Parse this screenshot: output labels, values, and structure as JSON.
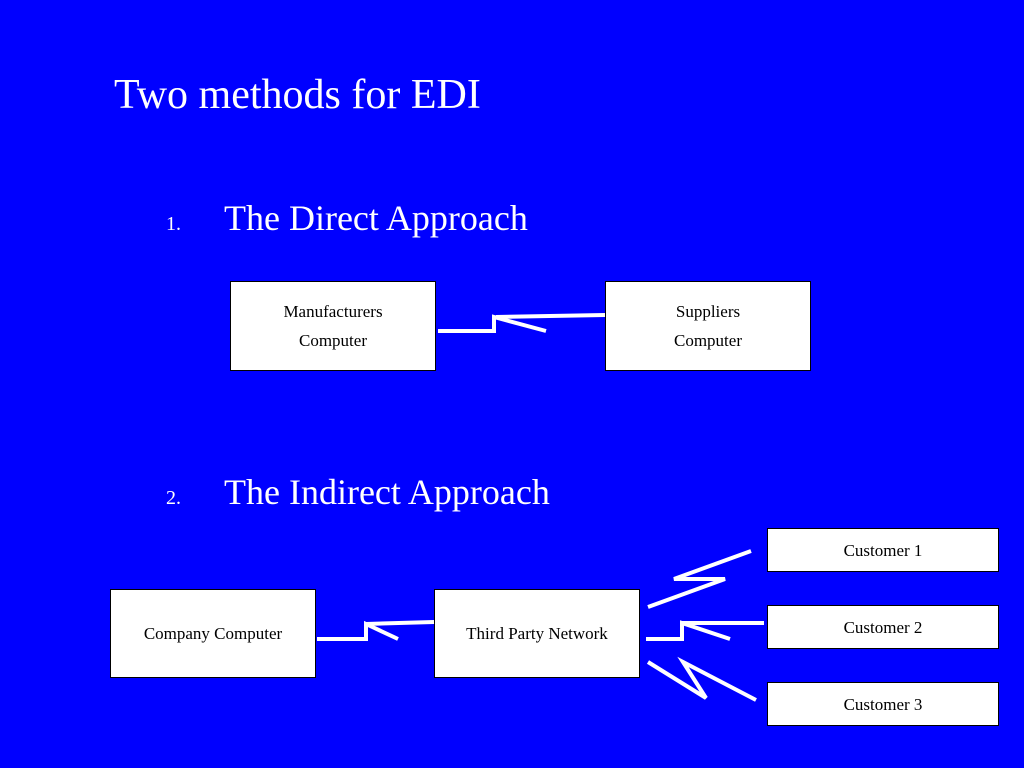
{
  "colors": {
    "background": "#0000FF",
    "text": "#FFFFFF",
    "box_fill": "#FFFFFF",
    "box_text": "#000000",
    "connector": "#FFFFFF"
  },
  "slide": {
    "title": "Two methods for EDI",
    "items": [
      {
        "number": "1.",
        "label": "The Direct Approach"
      },
      {
        "number": "2.",
        "label": "The Indirect Approach"
      }
    ]
  },
  "direct": {
    "manufacturer": {
      "line1": "Manufacturers",
      "line2": "Computer"
    },
    "supplier": {
      "line1": "Suppliers",
      "line2": "Computer"
    }
  },
  "indirect": {
    "company": "Company Computer",
    "network": "Third Party Network",
    "customers": [
      "Customer 1",
      "Customer 2",
      "Customer 3"
    ]
  }
}
